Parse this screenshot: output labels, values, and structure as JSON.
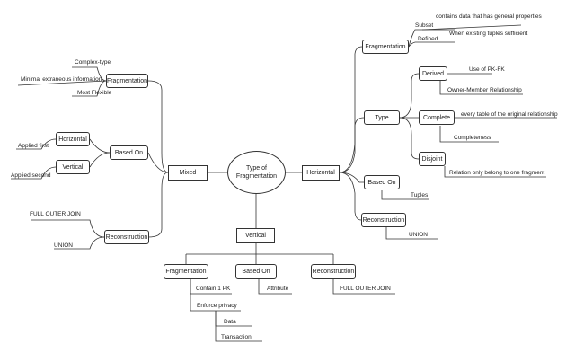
{
  "center": {
    "line1": "Type of",
    "line2": "Fragmentation"
  },
  "mixed": {
    "title": "Mixed",
    "fragmentation": {
      "label": "Fragmentation",
      "items": [
        "Complex-type",
        "Minimal extraneous information",
        "Most Flexible"
      ]
    },
    "based_on": {
      "label": "Based On",
      "horizontal": "Horizontal",
      "horizontal_note": "Applied first",
      "vertical": "Vertical",
      "vertical_note": "Applied second"
    },
    "reconstruction": {
      "label": "Reconstruction",
      "items": [
        "FULL OUTER JOIN",
        "UNION"
      ]
    }
  },
  "horizontal": {
    "title": "Horizontal",
    "fragmentation": {
      "label": "Fragmentation",
      "subset": "Subset",
      "subset_note": "contains data that has general properties",
      "defined": "Defined",
      "defined_note": "When existing tuples sufficient"
    },
    "type": {
      "label": "Type",
      "derived": {
        "label": "Derived",
        "notes": [
          "Use of PK-FK",
          "Owner-Member Relationship"
        ]
      },
      "complete": {
        "label": "Complete",
        "notes": [
          "every table of the original relationship",
          "Completeness"
        ]
      },
      "disjoint": {
        "label": "Disjoint",
        "notes": [
          "Relation only belong to one fragment"
        ]
      }
    },
    "based_on": {
      "label": "Based On",
      "note": "Tuples"
    },
    "reconstruction": {
      "label": "Reconstruction",
      "note": "UNION"
    }
  },
  "vertical": {
    "title": "Vertical",
    "fragmentation": {
      "label": "Fragmentation",
      "items": [
        "Contain 1 PK",
        "Enforce privacy"
      ],
      "privacy_items": [
        "Data",
        "Transaction"
      ]
    },
    "based_on": {
      "label": "Based On",
      "note": "Attribute"
    },
    "reconstruction": {
      "label": "Reconstruction",
      "note": "FULL OUTER JOIN"
    }
  }
}
